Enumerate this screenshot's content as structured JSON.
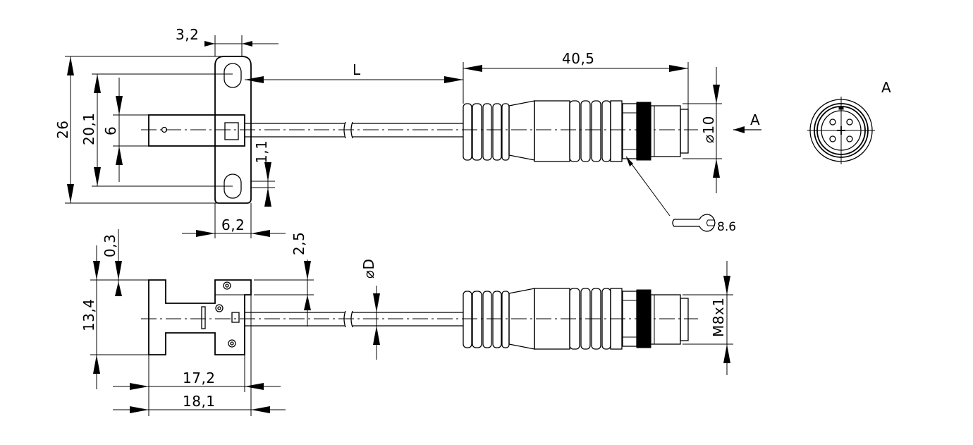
{
  "drawing": {
    "dimensions": {
      "top_flange_thickness": "3,2",
      "cable_length": "L",
      "connector_length": "40,5",
      "total_height": "26",
      "hole_spacing": "20,1",
      "slot_width": "6",
      "hole_offset": "1,1",
      "flange_width": "6,2",
      "connector_diameter": "⌀10",
      "view_marker": "A",
      "view_label": "A",
      "wrench_size": "8.6",
      "offset_top": "0,3",
      "offset_cable": "2,5",
      "cable_diameter": "⌀D",
      "body_height": "13,4",
      "body_length_inner": "17,2",
      "body_length_outer": "18,1",
      "thread": "M8x1"
    }
  }
}
